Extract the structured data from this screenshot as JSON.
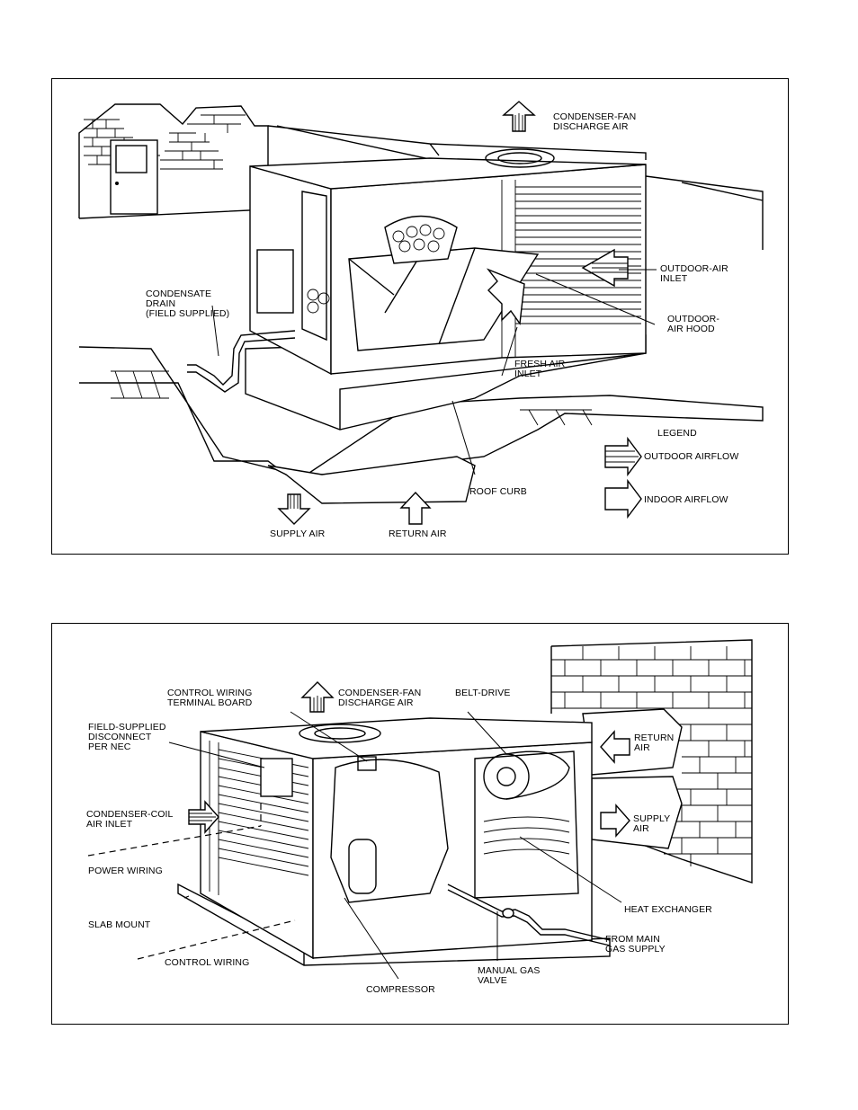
{
  "top_panel": {
    "labels": {
      "condenser_fan_discharge": "CONDENSER-FAN\nDISCHARGE AIR",
      "outdoor_air_inlet": "OUTDOOR-AIR\nINLET",
      "outdoor_air_hood": "OUTDOOR-\nAIR HOOD",
      "condensate_drain": "CONDENSATE\nDRAIN\n(FIELD SUPPLIED)",
      "fresh_air_inlet": "FRESH AIR\nINLET",
      "roof_curb": "ROOF CURB",
      "supply_air": "SUPPLY AIR",
      "return_air": "RETURN AIR"
    },
    "legend": {
      "title": "LEGEND",
      "outdoor_airflow": "OUTDOOR AIRFLOW",
      "indoor_airflow": "INDOOR AIRFLOW"
    }
  },
  "bottom_panel": {
    "labels": {
      "control_wiring_terminal_board": "CONTROL WIRING\nTERMINAL BOARD",
      "condenser_fan_discharge": "CONDENSER-FAN\nDISCHARGE AIR",
      "belt_drive": "BELT-DRIVE",
      "field_supplied_disconnect": "FIELD-SUPPLIED\nDISCONNECT\nPER NEC",
      "return_air": "RETURN\nAIR",
      "condenser_coil_inlet": "CONDENSER-COIL\nAIR INLET",
      "supply_air": "SUPPLY\nAIR",
      "power_wiring": "POWER WIRING",
      "heat_exchanger": "HEAT EXCHANGER",
      "slab_mount": "SLAB MOUNT",
      "from_main_gas": "FROM MAIN\nGAS SUPPLY",
      "control_wiring": "CONTROL WIRING",
      "manual_gas_valve": "MANUAL GAS\nVALVE",
      "compressor": "COMPRESSOR"
    }
  },
  "colors": {
    "ink": "#000000",
    "paper": "#ffffff"
  }
}
